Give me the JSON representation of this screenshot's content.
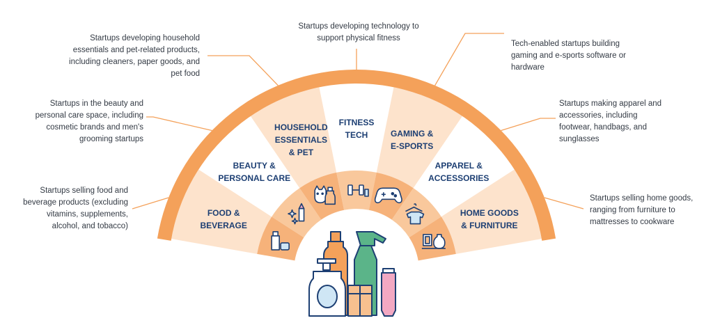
{
  "colors": {
    "rim": "#f4a15a",
    "segment_light": "#fde3cc",
    "segment_white": "#ffffff",
    "inner_band": "#f6b27a",
    "leader": "#f4a15a",
    "label_navy": "#1d3f73",
    "desc_text": "#333a44"
  },
  "segments": [
    {
      "id": "food",
      "label_lines": [
        "FOOD &",
        "BEVERAGE"
      ],
      "icon": "bottle-and-can-icon",
      "description": [
        "Startups selling food and",
        "beverage products (excluding",
        "vitamins, supplements,",
        "alcohol, and tobacco)"
      ]
    },
    {
      "id": "beauty",
      "label_lines": [
        "BEAUTY &",
        "PERSONAL CARE"
      ],
      "icon": "lipstick-sparkle-icon",
      "description": [
        "Startups in the beauty and",
        "personal care space, including",
        "cosmetic brands and men's",
        "grooming startups"
      ]
    },
    {
      "id": "household",
      "label_lines": [
        "HOUSEHOLD",
        "ESSENTIALS",
        "& PET"
      ],
      "icon": "cat-and-spray-icon",
      "description": [
        "Startups developing household",
        "essentials and pet-related products,",
        "including cleaners, paper goods, and",
        "pet food"
      ]
    },
    {
      "id": "fitness",
      "label_lines": [
        "FITNESS",
        "TECH"
      ],
      "icon": "dumbbell-icon",
      "description": [
        "Startups developing technology to",
        "support physical fitness"
      ]
    },
    {
      "id": "gaming",
      "label_lines": [
        "GAMING &",
        "E-SPORTS"
      ],
      "icon": "game-controller-icon",
      "description": [
        "Tech-enabled startups building",
        "gaming and e-sports software or",
        "hardware"
      ]
    },
    {
      "id": "apparel",
      "label_lines": [
        "APPAREL &",
        "ACCESSORIES"
      ],
      "icon": "hanger-shirt-icon",
      "description": [
        "Startups making apparel and",
        "accessories, including",
        "footwear, handbags, and",
        "sunglasses"
      ]
    },
    {
      "id": "home",
      "label_lines": [
        "HOME GOODS",
        "& FURNITURE"
      ],
      "icon": "frame-and-vase-icon",
      "description": [
        "Startups selling home goods,",
        "ranging from furniture to",
        "mattresses to cookware"
      ]
    }
  ],
  "center_icon": "consumer-products-cluster-icon"
}
